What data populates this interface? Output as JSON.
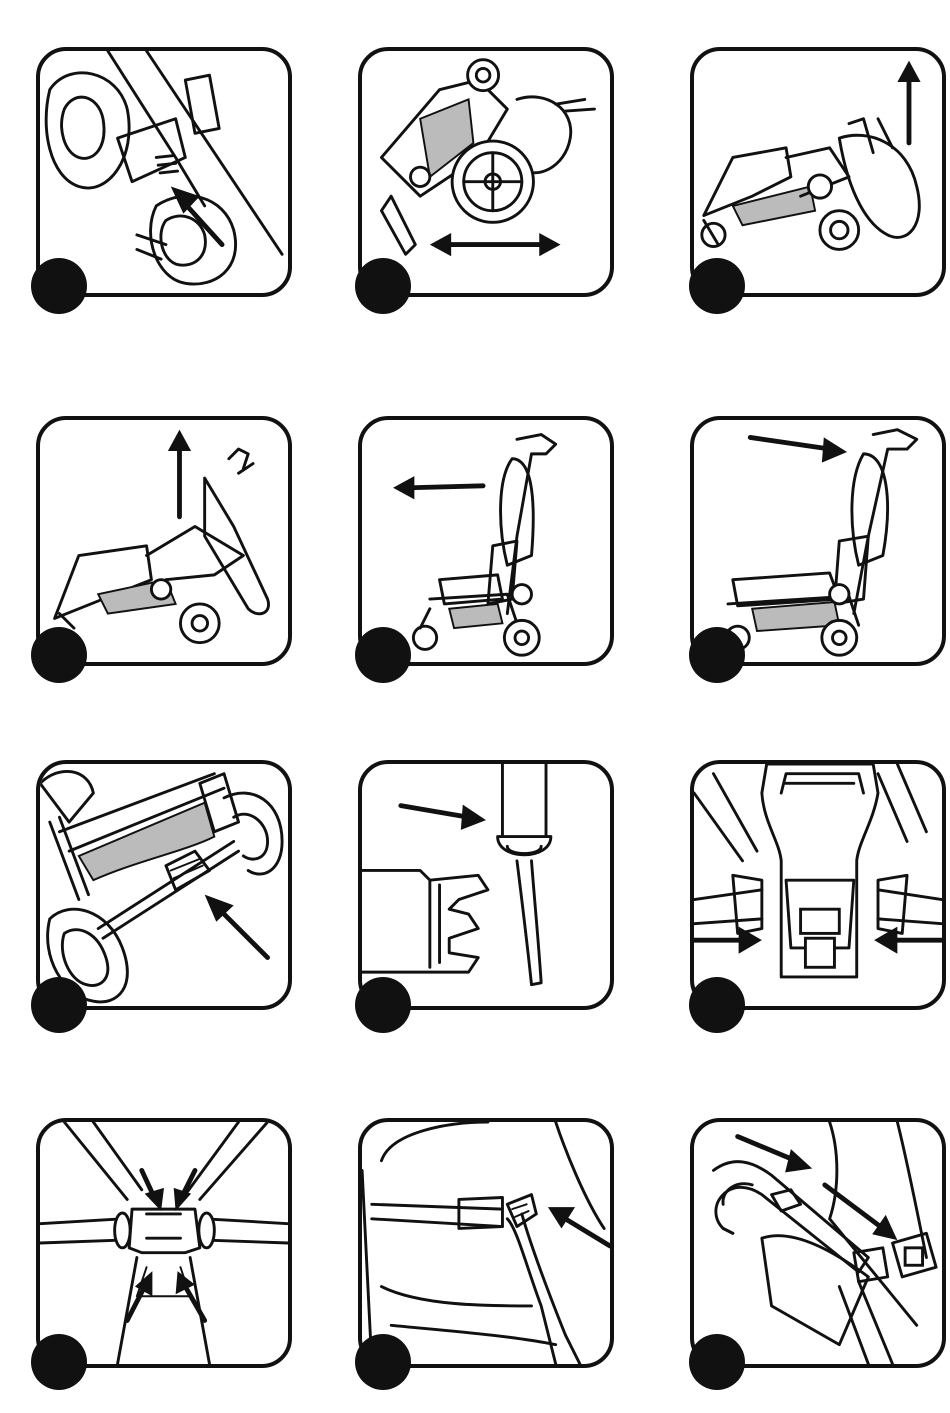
{
  "figure": {
    "steps": [
      {
        "id": 1,
        "icon": "wheel-release-tab-icon"
      },
      {
        "id": 2,
        "icon": "folded-stroller-wheel-icon"
      },
      {
        "id": 3,
        "icon": "stroller-unfold-lift-icon"
      },
      {
        "id": 4,
        "icon": "stroller-unfold-raise-icon"
      },
      {
        "id": 5,
        "icon": "stroller-push-open-icon"
      },
      {
        "id": 6,
        "icon": "stroller-lock-open-icon"
      },
      {
        "id": 7,
        "icon": "brake-pedal-icon"
      },
      {
        "id": 8,
        "icon": "buckle-insert-strap-icon"
      },
      {
        "id": 9,
        "icon": "buckle-press-release-icon"
      },
      {
        "id": 10,
        "icon": "harness-buckle-close-icon"
      },
      {
        "id": 11,
        "icon": "shoulder-strap-clip-icon"
      },
      {
        "id": 12,
        "icon": "bumper-bar-attach-icon"
      }
    ]
  }
}
